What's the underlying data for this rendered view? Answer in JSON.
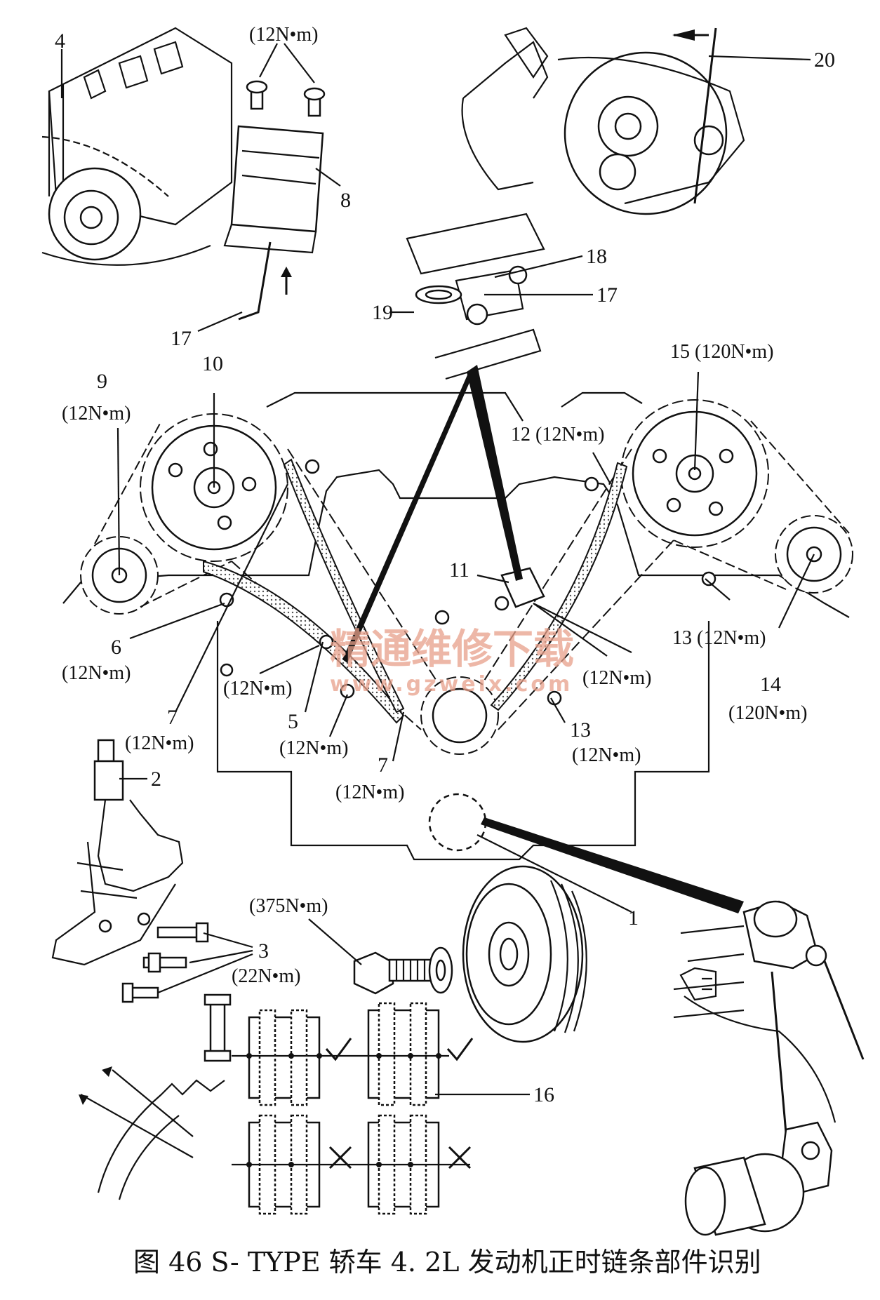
{
  "caption": "图 46    S- TYPE 轿车 4. 2L 发动机正时链条部件识别",
  "watermark": {
    "title": "精通维修下载",
    "url": "www.gzweix.com"
  },
  "labels": {
    "p1": "1",
    "p2": "2",
    "p3": "3",
    "p3_torque": "(22N•m)",
    "p4": "4",
    "p5": "5",
    "p5_torque_upper": "(12N•m)",
    "p5_torque_lower": "(12N•m)",
    "p6": "6",
    "p6_torque": "(12N•m)",
    "p7_left": "7",
    "p7_left_torque": "(12N•m)",
    "p7_center": "7",
    "p7_center_torque": "(12N•m)",
    "p8": "8",
    "p8_torque": "(12N•m)",
    "p9": "9",
    "p9_torque": "(12N•m)",
    "p10": "10",
    "p11": "11",
    "p11_torque": "(12N•m)",
    "p12": "12 (12N•m)",
    "p13_upper": "13 (12N•m)",
    "p13_lower": "13",
    "p13_lower_torque": "(12N•m)",
    "p14": "14",
    "p14_torque": "(120N•m)",
    "p15": "15 (120N•m)",
    "p16": "16",
    "p17_top": "17",
    "p17_left": "17",
    "p18": "18",
    "p19": "19",
    "p20": "20",
    "crank_bolt_torque": "(375N•m)"
  }
}
